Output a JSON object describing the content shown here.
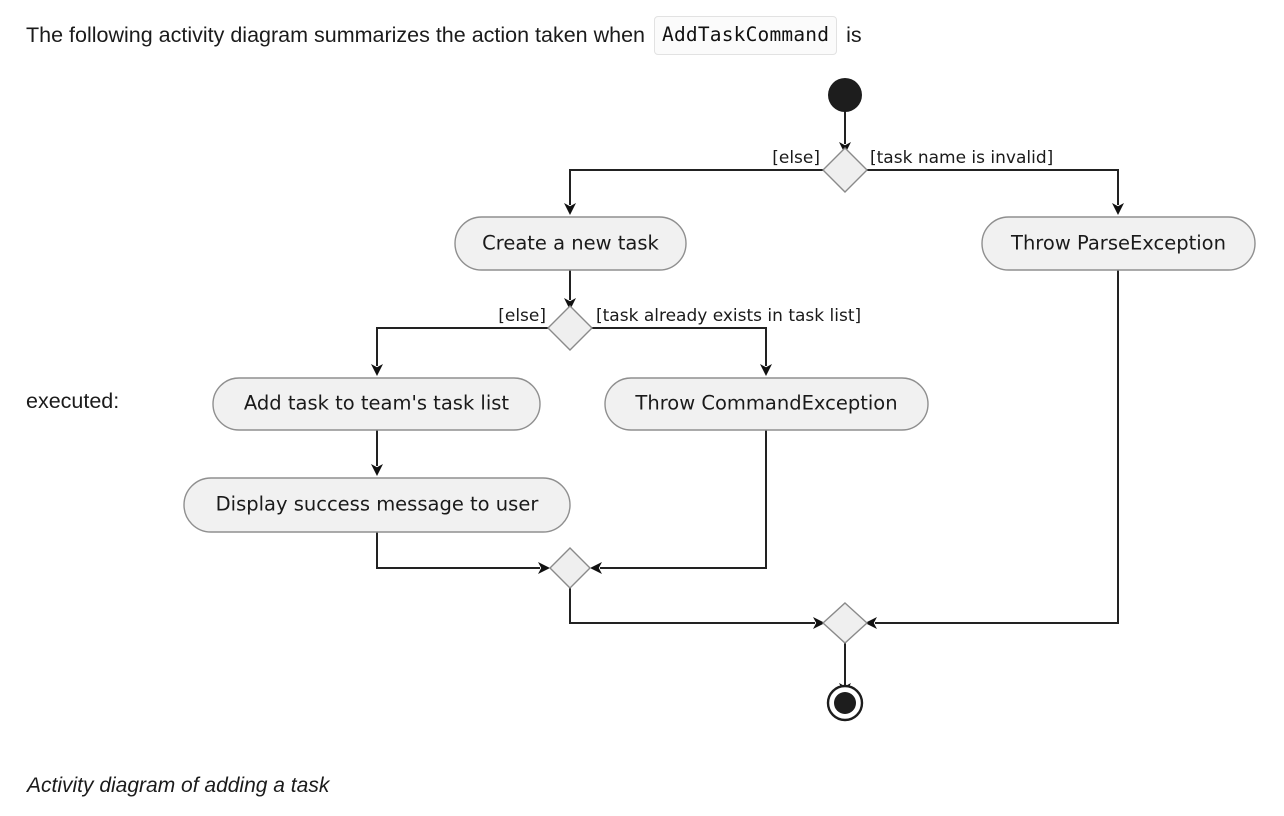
{
  "prose": {
    "intro_before": "The following activity diagram summarizes the action taken when",
    "intro_code": "AddTaskCommand",
    "intro_after": "is",
    "continuation": "executed:",
    "caption": "Activity diagram of adding a task"
  },
  "colors": {
    "node_fill": "#f1f1f1",
    "node_stroke": "#8f8f8f",
    "edge": "#222222",
    "text": "#1a1a1a",
    "page_background": "#ffffff"
  },
  "diagram": {
    "type": "uml-activity-diagram",
    "title": "Activity diagram of adding a task",
    "nodes": [
      {
        "id": "start",
        "kind": "initial-node",
        "label": ""
      },
      {
        "id": "d1",
        "kind": "decision",
        "label": ""
      },
      {
        "id": "create_task",
        "kind": "action",
        "label": "Create a new task"
      },
      {
        "id": "throw_parse",
        "kind": "action",
        "label": "Throw ParseException"
      },
      {
        "id": "d2",
        "kind": "decision",
        "label": ""
      },
      {
        "id": "add_task",
        "kind": "action",
        "label": "Add task to team's task list"
      },
      {
        "id": "throw_command",
        "kind": "action",
        "label": "Throw CommandException"
      },
      {
        "id": "display_success",
        "kind": "action",
        "label": "Display success message to user"
      },
      {
        "id": "m1",
        "kind": "merge",
        "label": ""
      },
      {
        "id": "m2",
        "kind": "merge",
        "label": ""
      },
      {
        "id": "end",
        "kind": "final-node",
        "label": ""
      }
    ],
    "guards": {
      "d1_else": "[else]",
      "d1_invalid": "[task name is invalid]",
      "d2_else": "[else]",
      "d2_exists": "[task already exists in task list]"
    },
    "edges": [
      {
        "from": "start",
        "to": "d1",
        "guard": ""
      },
      {
        "from": "d1",
        "to": "create_task",
        "guard": "[else]"
      },
      {
        "from": "d1",
        "to": "throw_parse",
        "guard": "[task name is invalid]"
      },
      {
        "from": "create_task",
        "to": "d2",
        "guard": ""
      },
      {
        "from": "d2",
        "to": "add_task",
        "guard": "[else]"
      },
      {
        "from": "d2",
        "to": "throw_command",
        "guard": "[task already exists in task list]"
      },
      {
        "from": "add_task",
        "to": "display_success",
        "guard": ""
      },
      {
        "from": "display_success",
        "to": "m1",
        "guard": ""
      },
      {
        "from": "throw_command",
        "to": "m1",
        "guard": ""
      },
      {
        "from": "m1",
        "to": "m2",
        "guard": ""
      },
      {
        "from": "throw_parse",
        "to": "m2",
        "guard": ""
      },
      {
        "from": "m2",
        "to": "end",
        "guard": ""
      }
    ]
  }
}
